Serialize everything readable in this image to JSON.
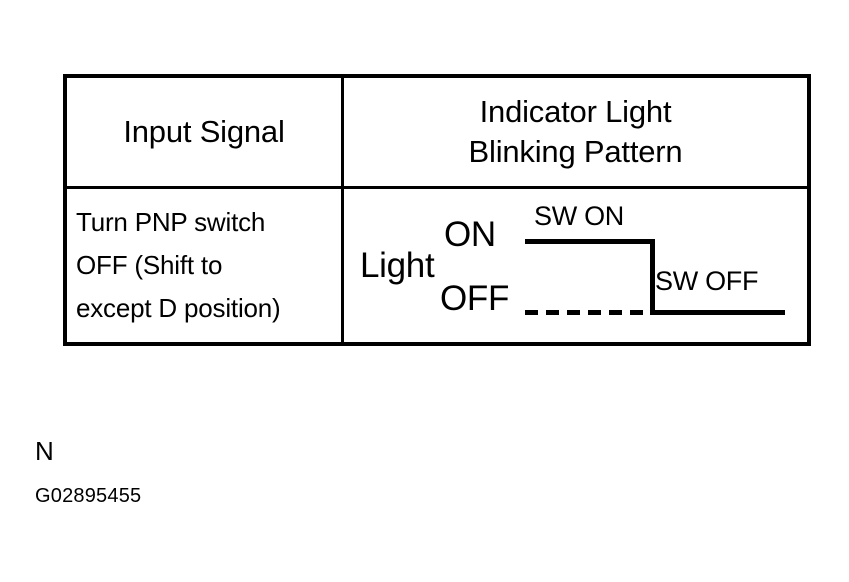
{
  "table": {
    "header": {
      "input_signal": "Input Signal",
      "indicator_light_line1": "Indicator Light",
      "indicator_light_line2": "Blinking Pattern"
    },
    "body": {
      "input_signal_lines": [
        "Turn PNP switch",
        "OFF (Shift to",
        "except D position)"
      ],
      "diagram": {
        "axis_label": "Light",
        "level_high": "ON",
        "level_low": "OFF",
        "state_on": "SW ON",
        "state_off": "SW OFF"
      }
    }
  },
  "footer": {
    "marker": "N",
    "figure_code": "G02895455"
  },
  "colors": {
    "ink": "#000000",
    "background": "#ffffff"
  }
}
